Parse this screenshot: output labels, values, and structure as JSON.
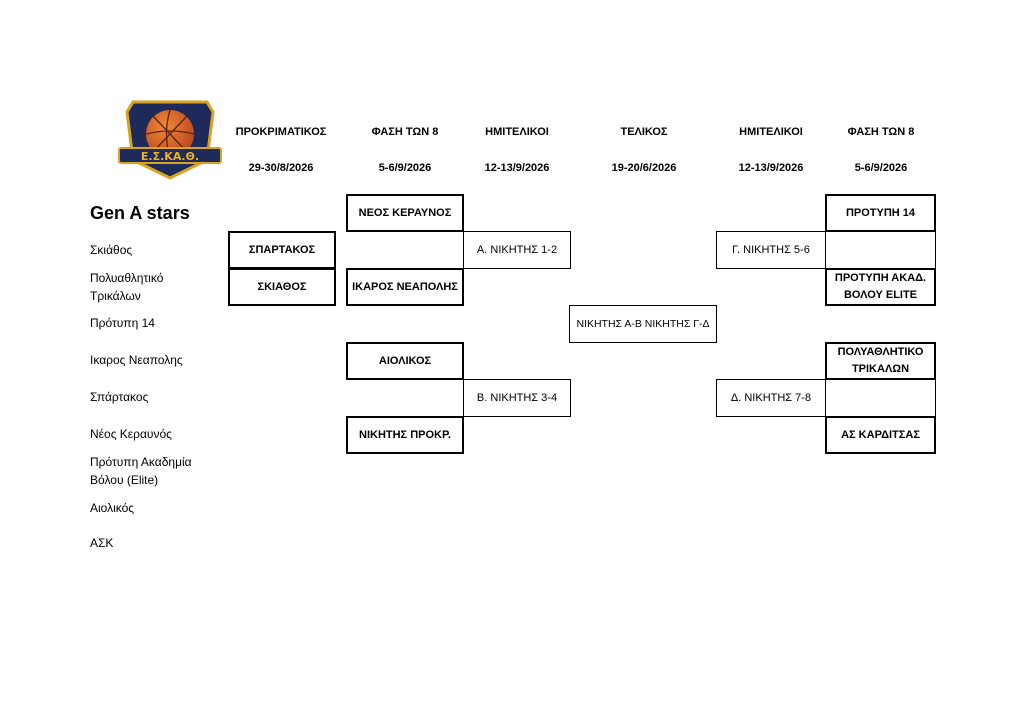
{
  "logo": {
    "text": "Ε.Σ.ΚΑ.Θ."
  },
  "phases": [
    {
      "name": "ΠΡΟΚΡΙΜΑΤΙΚΟΣ",
      "date": "29-30/8/2026"
    },
    {
      "name": "ΦΑΣΗ ΤΩΝ 8",
      "date": "5-6/9/2026"
    },
    {
      "name": "ΗΜΙΤΕΛΙΚΟΙ",
      "date": "12-13/9/2026"
    },
    {
      "name": "ΤΕΛΙΚΟΣ",
      "date": "19-20/6/2026"
    },
    {
      "name": "ΗΜΙΤΕΛΙΚΟΙ",
      "date": "12-13/9/2026"
    },
    {
      "name": "ΦΑΣΗ ΤΩΝ 8",
      "date": "5-6/9/2026"
    }
  ],
  "group_title": "Gen A stars",
  "teams": [
    "Σκιάθος",
    "Πολυαθλητικό Τρικάλων",
    "Πρότυπη 14",
    "Ικαρος Νεαπολης",
    "Σπάρτακος",
    "Νέος Κεραυνός",
    "Πρότυπη Ακαδημία Βόλου (Elite)",
    "Αιολικός",
    "ΑΣΚ"
  ],
  "bracket": {
    "qualifier_1": "ΣΠΑΡΤΑΚΟΣ",
    "qualifier_2": "ΣΚΙΑΘΟΣ",
    "left_qf_1": "ΝΕΟΣ ΚΕΡΑΥΝΟΣ",
    "left_qf_2": "ΙΚΑΡΟΣ ΝΕΑΠΟΛΗΣ",
    "left_qf_3": "ΑΙΟΛΙΚΟΣ",
    "left_qf_4": "ΝΙΚΗΤΗΣ ΠΡΟΚΡ.",
    "left_sf_1": "Α. ΝΙΚΗΤΗΣ 1-2",
    "left_sf_2": "Β. ΝΙΚΗΤΗΣ 3-4",
    "final": "ΝΙΚΗΤΗΣ Α-Β ΝΙΚΗΤΗΣ Γ-Δ",
    "right_sf_1": "Γ. ΝΙΚΗΤΗΣ 5-6",
    "right_sf_2": "Δ. ΝΙΚΗΤΗΣ 7-8",
    "right_qf_1": "ΠΡΟΤΥΠΗ 14",
    "right_qf_2": "ΠΡΟΤΥΠΗ ΑΚΑΔ. ΒΟΛΟΥ ELITE",
    "right_qf_3": "ΠΟΛΥΑΘΛΗΤΙΚΟ ΤΡΙΚΑΛΩΝ",
    "right_qf_4": "ΑΣ ΚΑΡΔΙΤΣΑΣ"
  }
}
